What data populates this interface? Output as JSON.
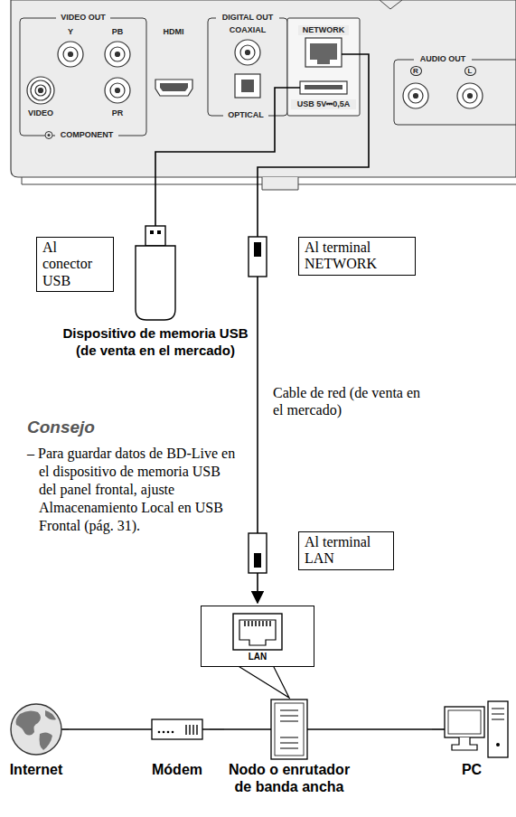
{
  "diagram": {
    "nodes": [
      {
        "text": [
          "Al conector USB"
        ]
      },
      {
        "text": [
          "Al terminal NETWORK"
        ]
      },
      {
        "text": [
          "Al terminal LAN"
        ]
      },
      {
        "text": [
          "LAN"
        ]
      },
      {
        "text": [
          "Internet"
        ]
      },
      {
        "text": [
          "Módem"
        ]
      },
      {
        "text": [
          "Nodo o enrutador de banda ancha"
        ]
      },
      {
        "text": [
          "PC"
        ]
      }
    ],
    "edges": [
      {
        "from": 4,
        "to": 5,
        "arrow": "none"
      },
      {
        "from": 5,
        "to": 6,
        "arrow": "none"
      },
      {
        "from": 6,
        "to": 7,
        "arrow": "none"
      }
    ],
    "labels": [
      "VIDEO OUT",
      "Y",
      "PB",
      "PR",
      "VIDEO",
      "COMPONENT",
      "HDMI",
      "DIGITAL OUT",
      "COAXIAL",
      "OPTICAL",
      "NETWORK",
      "USB 5V⎓0,5A",
      "AUDIO OUT",
      "R",
      "L",
      "Dispositivo de memoria USB (de venta en el mercado)",
      "Cable de red (de venta en el mercado)",
      "Consejo",
      "– Para guardar datos de BD-Live en el dispositivo de memoria USB del panel frontal, ajuste Almacenamiento Local en USB Frontal (pág. 31)."
    ]
  }
}
